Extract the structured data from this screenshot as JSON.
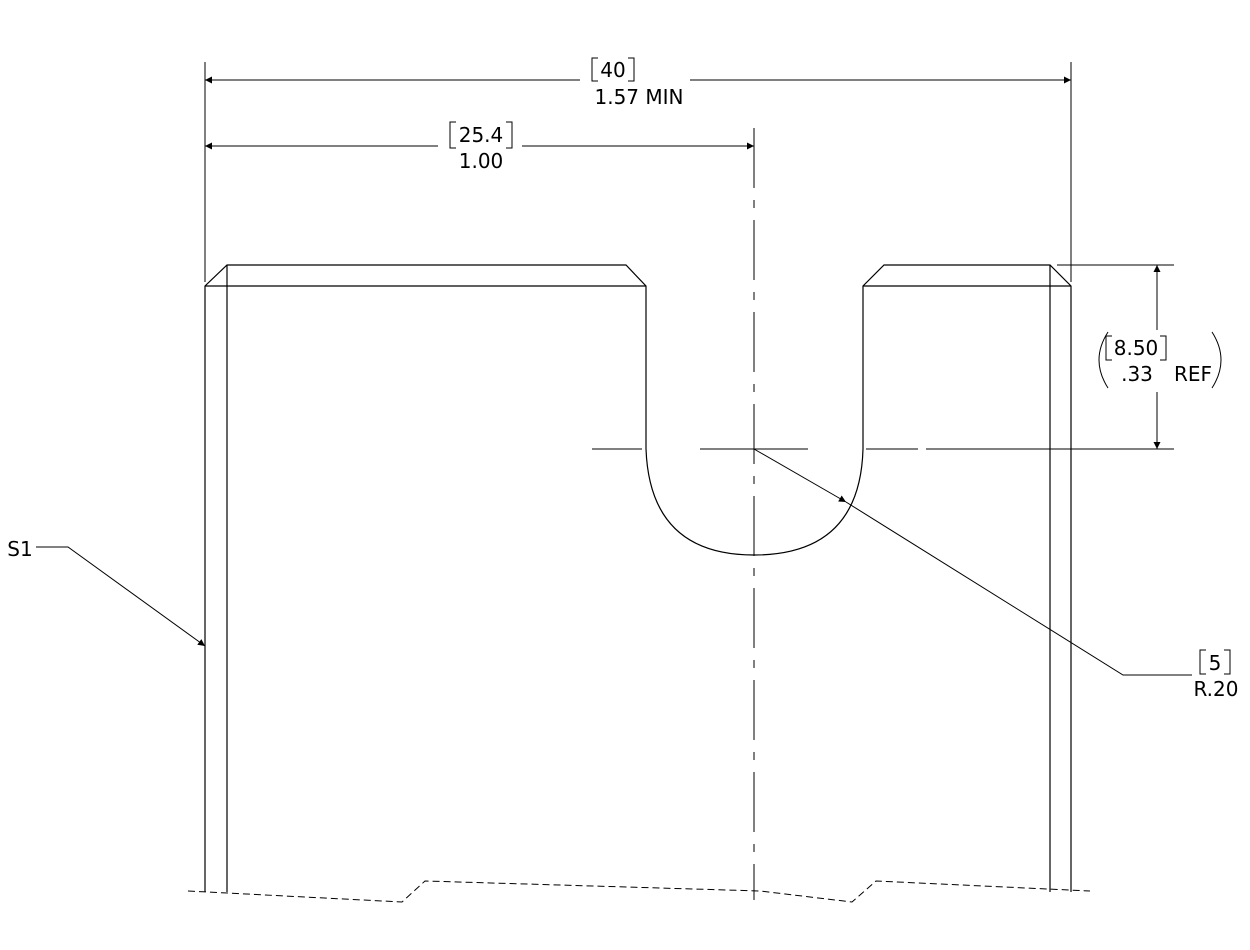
{
  "dimensions": {
    "overall_width": {
      "metric": "40",
      "inch": "1.57 MIN"
    },
    "slot_center": {
      "metric": "25.4",
      "inch": "1.00"
    },
    "slot_depth": {
      "metric": "8.50",
      "inch": ".33",
      "suffix": "REF"
    },
    "slot_radius": {
      "metric": "5",
      "inch": "R.20"
    }
  },
  "callouts": {
    "surface": "S1"
  }
}
